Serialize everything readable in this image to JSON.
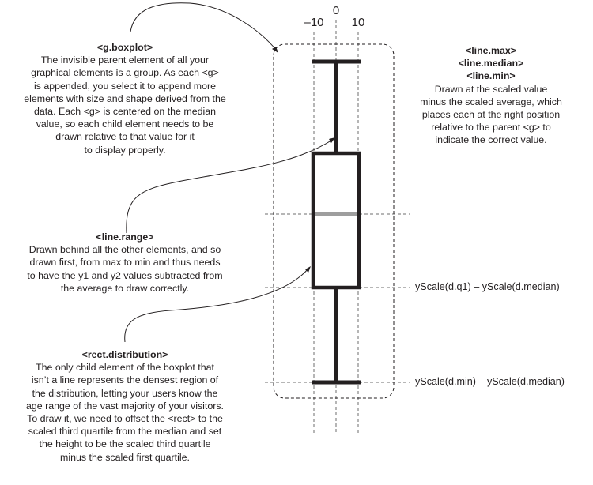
{
  "axis": {
    "ticks": [
      "–10",
      "0",
      "10"
    ]
  },
  "callouts": {
    "g_boxplot": {
      "title": "<g.boxplot>",
      "lines": [
        "The invisible parent element of all your",
        "graphical elements is a group. As each <g>",
        "is appended, you select it to append more",
        "elements with size and shape derived from the",
        "data. Each <g> is centered on the  median",
        "value, so each child element needs to be",
        "drawn relative to that value for it",
        "to display properly."
      ]
    },
    "line_range": {
      "title": "<line.range>",
      "lines": [
        "Drawn behind all the other elements, and so",
        "drawn first, from max to min and thus needs",
        "to have the y1 and y2 values subtracted from",
        "the average to draw correctly."
      ]
    },
    "rect_distribution": {
      "title": "<rect.distribution>",
      "lines": [
        "The only child element of the boxplot that",
        "isn’t a line represents the densest region of",
        "the distribution, letting your users know the",
        "age range of the vast majority of your visitors.",
        "To draw it, we need to offset the <rect> to the",
        "scaled third quartile from the median and set",
        "the height to be the scaled third quartile",
        "minus the scaled first quartile."
      ]
    },
    "lines_max_median_min": {
      "titles": [
        "<line.max>",
        "<line.median>",
        "<line.min>"
      ],
      "lines": [
        "Drawn at the scaled value",
        "minus the scaled average, which",
        "places each at the right position",
        "relative to the parent <g> to",
        "indicate the correct value."
      ]
    }
  },
  "side_labels": {
    "q1": "yScale(d.q1) – yScale(d.median)",
    "min": "yScale(d.min) – yScale(d.median)"
  },
  "colors": {
    "stroke": "#231f20",
    "median": "#9e9e9e",
    "guide": "#6d6d6d"
  }
}
